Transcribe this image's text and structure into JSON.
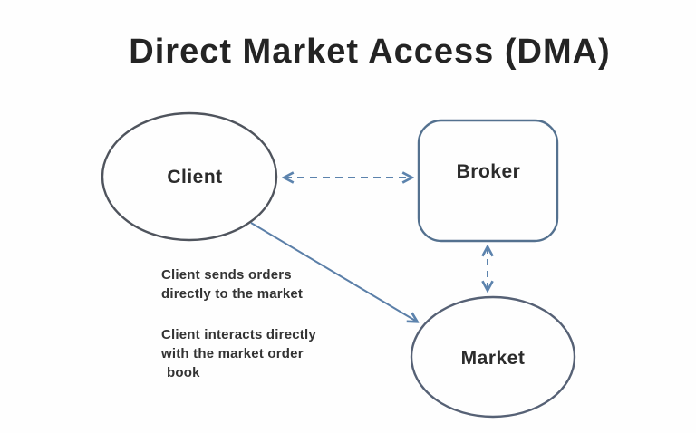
{
  "title": "Direct Market Access (DMA)",
  "nodes": {
    "client": {
      "label": "Client",
      "shape": "ellipse"
    },
    "broker": {
      "label": "Broker",
      "shape": "rounded-rectangle"
    },
    "market": {
      "label": "Market",
      "shape": "ellipse"
    }
  },
  "edges": [
    {
      "from": "Client",
      "to": "Broker",
      "style": "dashed",
      "arrows": "both"
    },
    {
      "from": "Broker",
      "to": "Market",
      "style": "dashed",
      "arrows": "both"
    },
    {
      "from": "Client",
      "to": "Market",
      "style": "solid",
      "arrows": "end"
    }
  ],
  "notes": [
    {
      "lines": [
        "Client sends orders",
        "directly to the market"
      ]
    },
    {
      "lines": [
        "Client interacts directly",
        "with the market order",
        "book"
      ]
    }
  ],
  "colors": {
    "title_text": "#242424",
    "label_text": "#2b2b2b",
    "note_text": "#333333",
    "client_stroke": "#4f545d",
    "broker_stroke": "#54718f",
    "market_stroke": "#566175",
    "arrow_blue": "#5c83ad",
    "background": "#fefefe"
  }
}
